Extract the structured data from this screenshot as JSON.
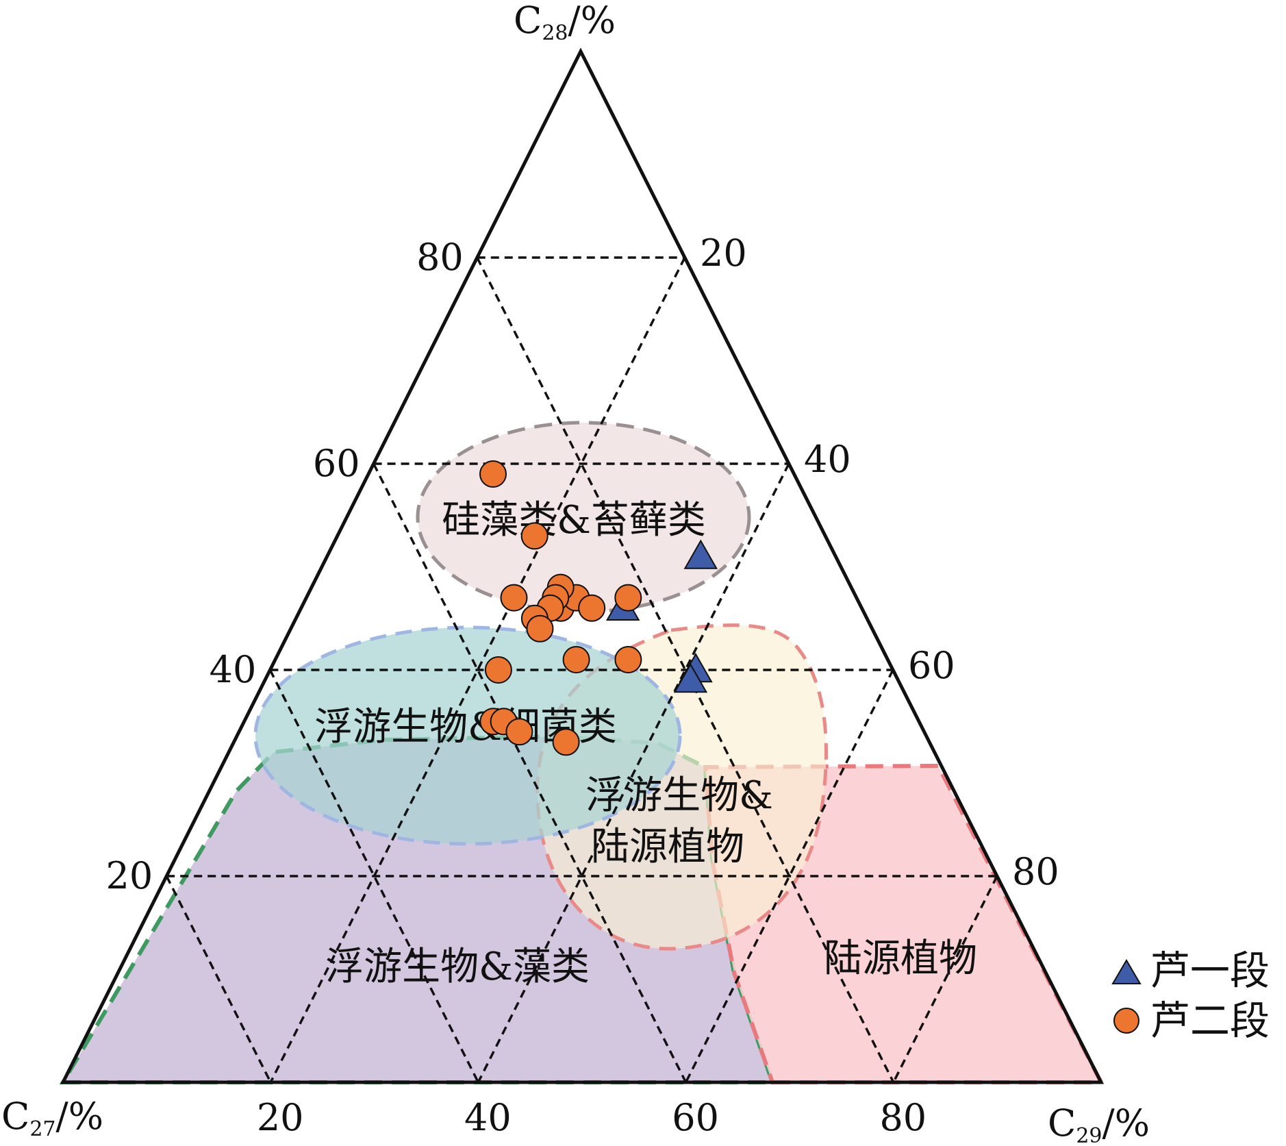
{
  "chart_data": {
    "type": "ternary-scatter",
    "axes": {
      "top": {
        "main": "C",
        "sub": "28",
        "unit": "/%"
      },
      "left": {
        "main": "C",
        "sub": "27",
        "unit": "/%"
      },
      "right": {
        "main": "C",
        "sub": "29",
        "unit": "/%"
      }
    },
    "ticks": {
      "left_edge": [
        "20",
        "40",
        "60",
        "80"
      ],
      "right_edge": [
        "80",
        "60",
        "40",
        "20"
      ],
      "bottom_edge": [
        "20",
        "40",
        "60",
        "80"
      ]
    },
    "grid": true,
    "regions": [
      {
        "name": "浮游生物&藻类",
        "color": "#cbbcd9",
        "border": "#3f9a62"
      },
      {
        "name": "陆源植物",
        "color": "#fbcdd1",
        "border": "#e8797c"
      },
      {
        "name": "浮游生物&陆源植物",
        "label_lines": [
          "浮游生物&",
          "陆源植物"
        ],
        "color": "#f9f0d3",
        "border": "#e98a88"
      },
      {
        "name": "浮游生物&细菌类",
        "color": "#a7d4d3",
        "border": "#9fb6e2"
      },
      {
        "name": "硅藻类&苔藓类",
        "color": "#f2e3e3",
        "border": "#9a9090"
      }
    ],
    "legend": {
      "position": "bottom-right"
    },
    "series": [
      {
        "name": "芦一段",
        "marker": "triangle",
        "color": "#3f5ca8",
        "points": [
          {
            "c28": 51,
            "c29": 36,
            "c27": 13
          },
          {
            "c28": 46,
            "c29": 31,
            "c27": 23
          },
          {
            "c28": 40,
            "c29": 41,
            "c27": 19
          },
          {
            "c28": 39,
            "c29": 41,
            "c27": 20
          }
        ]
      },
      {
        "name": "芦二段",
        "marker": "circle",
        "color": "#ec7530",
        "points": [
          {
            "c28": 59,
            "c29": 12,
            "c27": 29
          },
          {
            "c28": 53,
            "c29": 19,
            "c27": 28
          },
          {
            "c28": 47,
            "c29": 20,
            "c27": 33
          },
          {
            "c28": 46,
            "c29": 25,
            "c27": 29
          },
          {
            "c28": 47,
            "c29": 26,
            "c27": 27
          },
          {
            "c28": 48,
            "c29": 24,
            "c27": 28
          },
          {
            "c28": 47,
            "c29": 24,
            "c27": 29
          },
          {
            "c28": 46,
            "c29": 24,
            "c27": 30
          },
          {
            "c28": 46,
            "c29": 28,
            "c27": 26
          },
          {
            "c28": 47,
            "c29": 31,
            "c27": 22
          },
          {
            "c28": 45,
            "c29": 23,
            "c27": 32
          },
          {
            "c28": 44,
            "c29": 24,
            "c27": 32
          },
          {
            "c28": 41,
            "c29": 29,
            "c27": 30
          },
          {
            "c28": 40,
            "c29": 22,
            "c27": 38
          },
          {
            "c28": 41,
            "c29": 34,
            "c27": 25
          },
          {
            "c28": 35,
            "c29": 24,
            "c27": 41
          },
          {
            "c28": 35,
            "c29": 25,
            "c27": 40
          },
          {
            "c28": 34,
            "c29": 27,
            "c27": 39
          },
          {
            "c28": 33,
            "c29": 32,
            "c27": 35
          }
        ]
      }
    ]
  }
}
